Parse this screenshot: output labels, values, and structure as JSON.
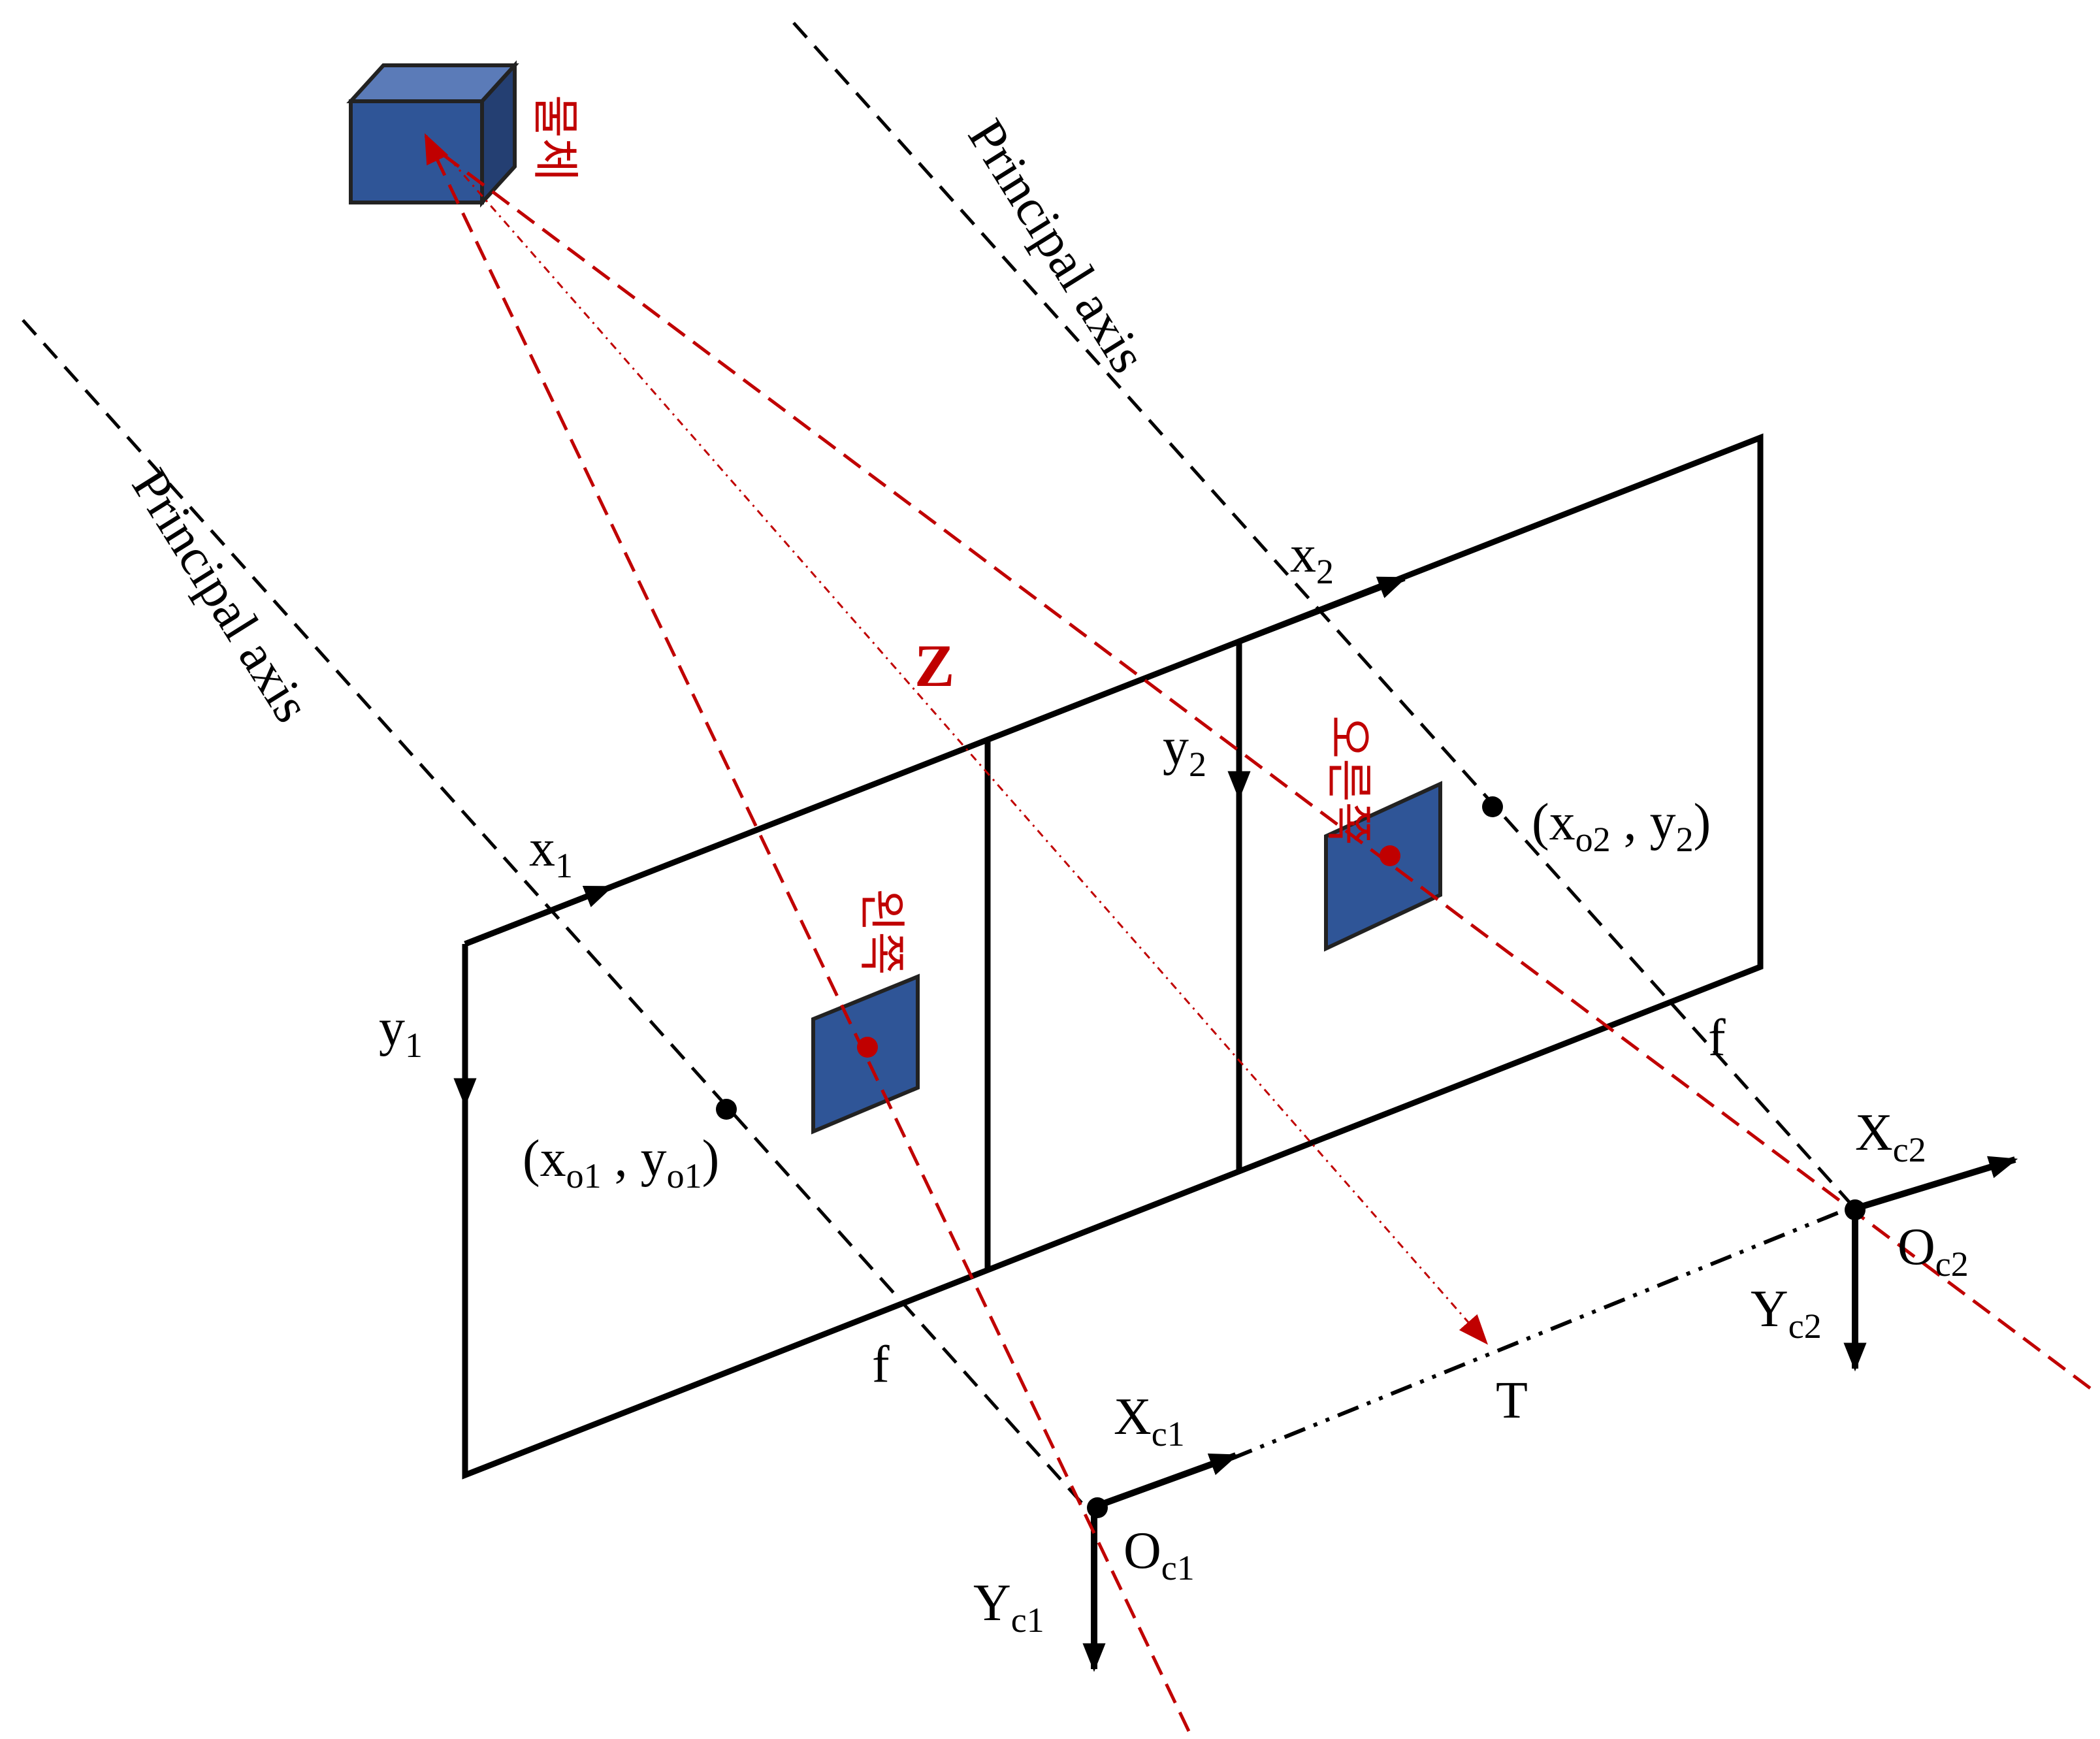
{
  "labels": {
    "principal_axis_left": "Principal axis",
    "principal_axis_right": "Principal axis",
    "x1": "x",
    "x1_sub": "1",
    "y1": "y",
    "y1_sub": "1",
    "x2": "x",
    "x2_sub": "2",
    "y2": "y",
    "y2_sub": "2",
    "pp1_open": "(x",
    "pp1_sub_a": "o1",
    "pp1_mid": " , y",
    "pp1_sub_b": "o1",
    "pp1_close": ")",
    "pp2_open": "(x",
    "pp2_sub_a": "o2",
    "pp2_mid": " , y",
    "pp2_sub_b": "2",
    "pp2_close": ")",
    "f_left": "f",
    "f_right": "f",
    "z": "Z",
    "t": "T",
    "xc1": "X",
    "xc1_sub": "c1",
    "yc1": "Y",
    "yc1_sub": "c1",
    "oc1": "O",
    "oc1_sub": "c1",
    "xc2": "X",
    "xc2_sub": "c2",
    "yc2": "Y",
    "yc2_sub": "c2",
    "oc2": "O",
    "oc2_sub": "c2",
    "object_label": "물체",
    "image_label_left": "왼쪽",
    "image_label_right": "오른쪽"
  },
  "colors": {
    "line": "#000000",
    "ray": "#c00000",
    "object_front": "#2f5597",
    "object_top": "#5b7bb8",
    "object_side": "#243f72"
  }
}
